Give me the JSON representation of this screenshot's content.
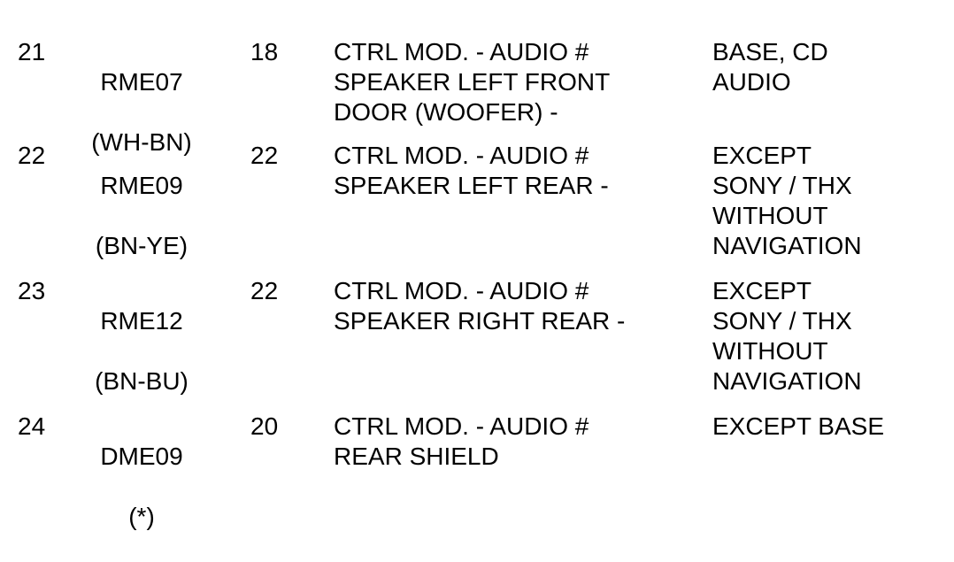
{
  "document": {
    "type": "wiring-schedule-table",
    "background_color": "#ffffff",
    "text_color": "#000000",
    "columns": [
      "index",
      "wire_code",
      "gauge",
      "description",
      "application"
    ],
    "rows": [
      {
        "index": "21",
        "wire_code": "RME07",
        "wire_color_code": "(WH-BN)",
        "gauge": "18",
        "description": "CTRL MOD. - AUDIO #\nSPEAKER LEFT FRONT\nDOOR (WOOFER) -",
        "application": "BASE, CD\nAUDIO"
      },
      {
        "index": "22",
        "wire_code": "RME09",
        "wire_color_code": "(BN-YE)",
        "gauge": "22",
        "description": "CTRL MOD. - AUDIO #\nSPEAKER LEFT REAR -",
        "application": "EXCEPT\nSONY / THX\nWITHOUT\nNAVIGATION"
      },
      {
        "index": "23",
        "wire_code": "RME12",
        "wire_color_code": "(BN-BU)",
        "gauge": "22",
        "description": "CTRL MOD. - AUDIO #\nSPEAKER RIGHT REAR -",
        "application": "EXCEPT\nSONY / THX\nWITHOUT\nNAVIGATION"
      },
      {
        "index": "24",
        "wire_code": "DME09",
        "wire_color_code": "(*)",
        "gauge": "20",
        "description": "CTRL MOD. - AUDIO #\nREAR SHIELD",
        "application": "EXCEPT BASE"
      }
    ]
  }
}
